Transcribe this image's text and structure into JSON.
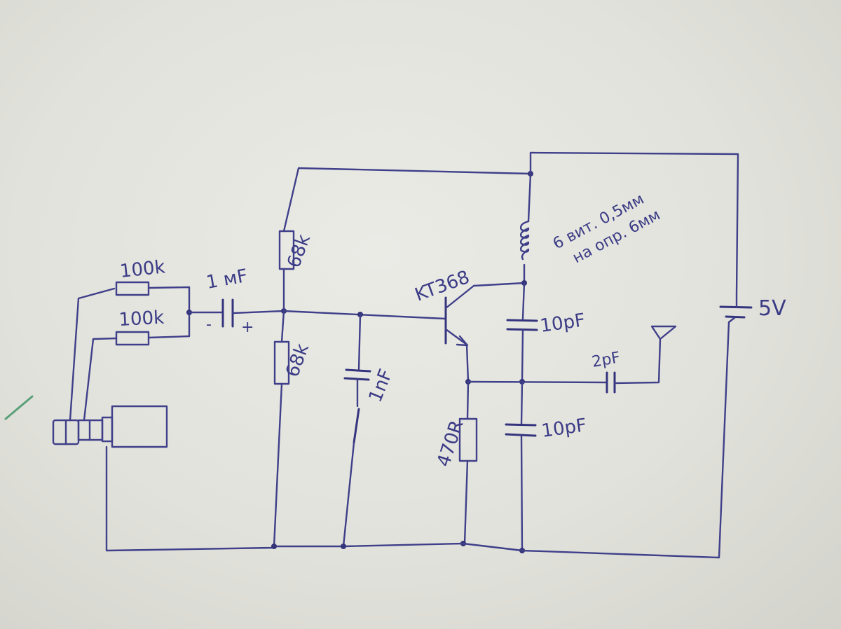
{
  "schematic": {
    "labels": {
      "r_top_left": "100k",
      "r_bottom_left": "100k",
      "cap_input": "1 мF",
      "cap_minus": "-",
      "cap_plus": "+",
      "r_bias_top": "68k",
      "r_bias_bottom": "68k",
      "cap_base": "1nF",
      "transistor": "KT368",
      "coil_line1": "6 вит. 0,5мм",
      "coil_line2": "на опр. 6мм",
      "cap_collector": "10pF",
      "cap_emitter": "10pF",
      "cap_antenna": "2pF",
      "r_emitter": "470R",
      "battery": "5V"
    },
    "icons": [
      "headphone-jack-icon",
      "antenna-icon",
      "battery-icon",
      "transistor-icon"
    ]
  }
}
